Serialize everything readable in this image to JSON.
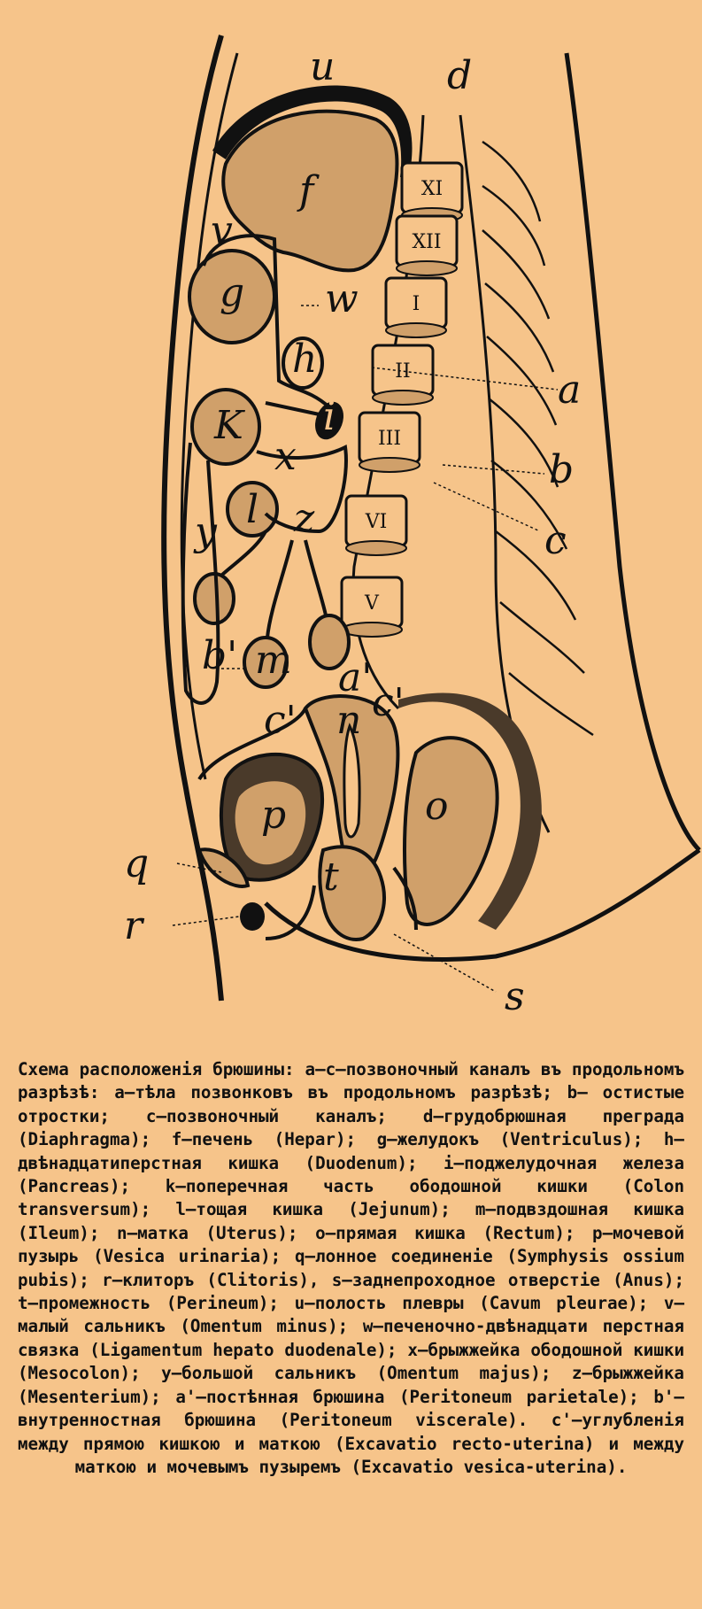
{
  "labels": {
    "u": "u",
    "d": "d",
    "f": "f",
    "v": "v",
    "g": "g",
    "w": "w",
    "h": "h",
    "i": "i",
    "k": "K",
    "x": "x",
    "l": "l",
    "z": "z",
    "y": "y",
    "b_prime": "b'",
    "m": "m",
    "a_prime": "a'",
    "c_prime_left": "c'",
    "c_prime_right": "c'",
    "n": "n",
    "p": "p",
    "t": "t",
    "o": "o",
    "q": "q",
    "r": "r",
    "s": "s",
    "a": "a",
    "b": "b",
    "c": "c"
  },
  "vertebrae": [
    "XI",
    "XII",
    "I",
    "II",
    "III",
    "VI",
    "V"
  ],
  "caption": "Схема расположенія брюшины: a—c—позвоночный каналъ въ продольномъ разрѣзѣ: a—тѣла позвонковъ въ продольномъ разрѣзѣ; b— остистые отростки; c—позвоночный каналъ; d—грудобрюшная преграда (Diaphragma); f—печень (Hepar); g—желудокъ (Ventriculus); h—двѣнадцатиперстная кишка (Duodenum); i—поджелудочная железа (Pancreas); k—поперечная часть ободошной кишки (Colon transversum); l—тощая кишка (Jejunum); m—подвздошная кишка (Ileum); n—матка (Uterus); o—прямая кишка (Rectum); p—мочевой пузырь (Vesica urinaria); q—лонное соединеніе (Symphysis ossium pubis); r—клиторъ (Clitoris), s—заднепроходное отверстіе (Anus); t—промежность (Perineum); u—полость плевры (Cavum pleurae); v—малый сальникъ (Omentum minus); w—печеночно-двѣнадцати перстная связка (Ligamentum hepato duodenale); x—брыжжейка ободошной кишки (Mesocolon); y—большой сальникъ (Omentum majus); z—брыжжейка (Mesenterium); a'—постѣнная брюшина (Peritoneum parietale); b'—внутренностная брюшина (Peritoneum viscerale). c'—углубленія между прямою кишкою и маткою (Excavatio recto-uterina) и между маткою и мочевымъ пузыремъ (Excavatio vesica-uterina)."
}
